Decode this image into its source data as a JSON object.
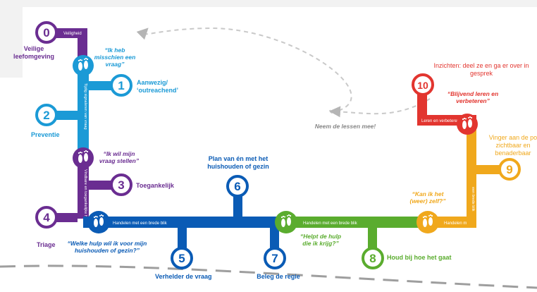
{
  "colors": {
    "purple": "#6a2d91",
    "blue": "#1b9ad6",
    "darkblue": "#0a5bb5",
    "green": "#5aac2e",
    "orange": "#f0a81c",
    "red": "#e2352f",
    "grey": "#b5b5b5"
  },
  "icons": [
    "footprints-icon",
    "dashed-arrow-icon"
  ],
  "stops": {
    "s0": {
      "number": "0",
      "label": "Veilige leefomgeving",
      "band": "Veiligheid"
    },
    "s1": {
      "number": "1",
      "label": "Aanwezig/ ‘outreachend’"
    },
    "s2": {
      "number": "2",
      "label": "Preventie"
    },
    "s3": {
      "number": "3",
      "label": "Toegankelijk"
    },
    "s4": {
      "number": "4",
      "label": "Triage"
    },
    "s5": {
      "number": "5",
      "label": "Verhelder de vraag"
    },
    "s6": {
      "number": "6",
      "label": "Plan van én met het huishouden of gezin"
    },
    "s7": {
      "number": "7",
      "label": "Beleg de regie"
    },
    "s8": {
      "number": "8",
      "label": "Houd bij hoe het gaat"
    },
    "s9": {
      "number": "9",
      "label": "Vinger aan de po zichtbaar en benaderbaar"
    },
    "s10": {
      "number": "10",
      "label": "Inzichten: deel ze en ga er over in gesprek"
    }
  },
  "quotes": {
    "q1": "“Ik heb misschien een vraag”",
    "q2": "“Ik wil mijn vraag stellen”",
    "q3": "“Welke hulp wil ik voor mijn huishouden of gezin?”",
    "q4": "“Helpt de hulp die ik krijg?”",
    "q5": "“Kan ik het (weer) zelf?”",
    "q6": "“Blijvend leren en verbeteren”"
  },
  "lines": {
    "blue_vertical": "Tijdig signaleren van vraag",
    "purple_vertical": "Vindbare en toegankelijke hulp",
    "darkblue_h1": "Handelen met een brede blik",
    "green_h": "Handelen met een brede blik",
    "orange_h": "Handelen met",
    "orange_v": "een brede blik",
    "red_h": "Leren en verbeteren"
  },
  "loop_label": "Neem de lessen mee!"
}
